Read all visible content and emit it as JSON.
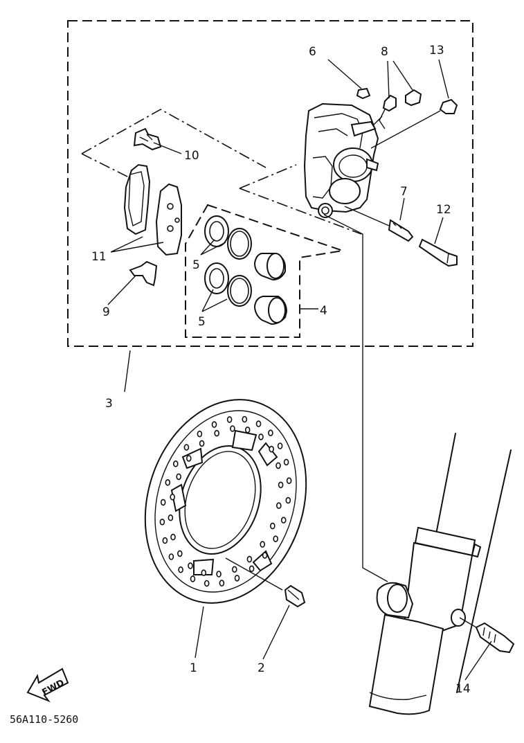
{
  "labels": {
    "p1": "1",
    "p2": "2",
    "p3": "3",
    "p4": "4",
    "p5a": "5",
    "p5b": "5",
    "p6": "6",
    "p7": "7",
    "p8": "8",
    "p9": "9",
    "p10": "10",
    "p11": "11",
    "p12": "12",
    "p13": "13",
    "p14": "14"
  },
  "fwd_label": "FWD",
  "diagram_code": "56A110-5260"
}
